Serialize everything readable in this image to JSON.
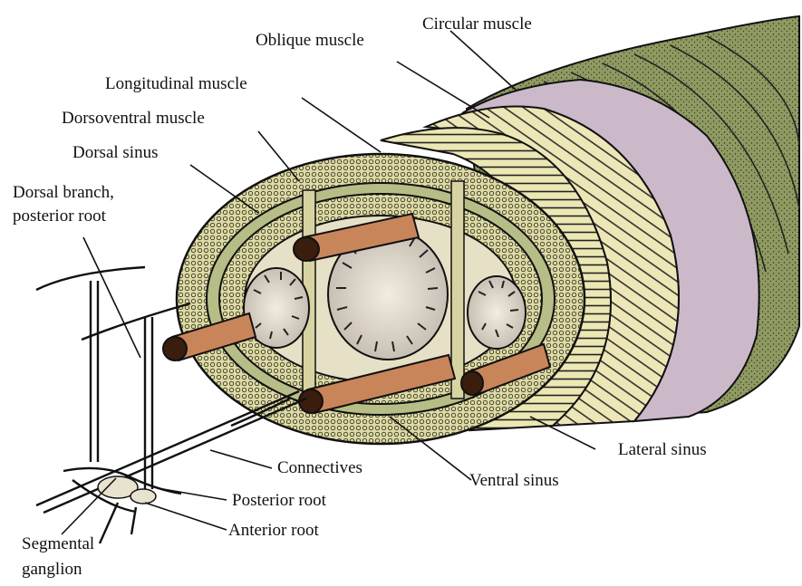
{
  "figure": {
    "palette": {
      "cuticle_outer": "#8f9a62",
      "cuticle_band": "#c9b7c8",
      "muscle_cream": "#ece8b4",
      "muscle_green": "#b9c08a",
      "tissue_dots": "#d9d6a0",
      "sinus_tube": "#c9855a",
      "ink": "#111111"
    },
    "labels": {
      "circular_muscle": "Circular muscle",
      "oblique_muscle": "Oblique muscle",
      "longitudinal_muscle": "Longitudinal muscle",
      "dorsoventral_muscle": "Dorsoventral muscle",
      "dorsal_sinus": "Dorsal sinus",
      "dorsal_branch_line1": "Dorsal branch,",
      "dorsal_branch_line2": "posterior root",
      "connectives": "Connectives",
      "posterior_root": "Posterior root",
      "anterior_root": "Anterior root",
      "segmental_line1": "Segmental",
      "segmental_line2": "ganglion",
      "ventral_sinus": "Ventral sinus",
      "lateral_sinus": "Lateral sinus"
    }
  }
}
